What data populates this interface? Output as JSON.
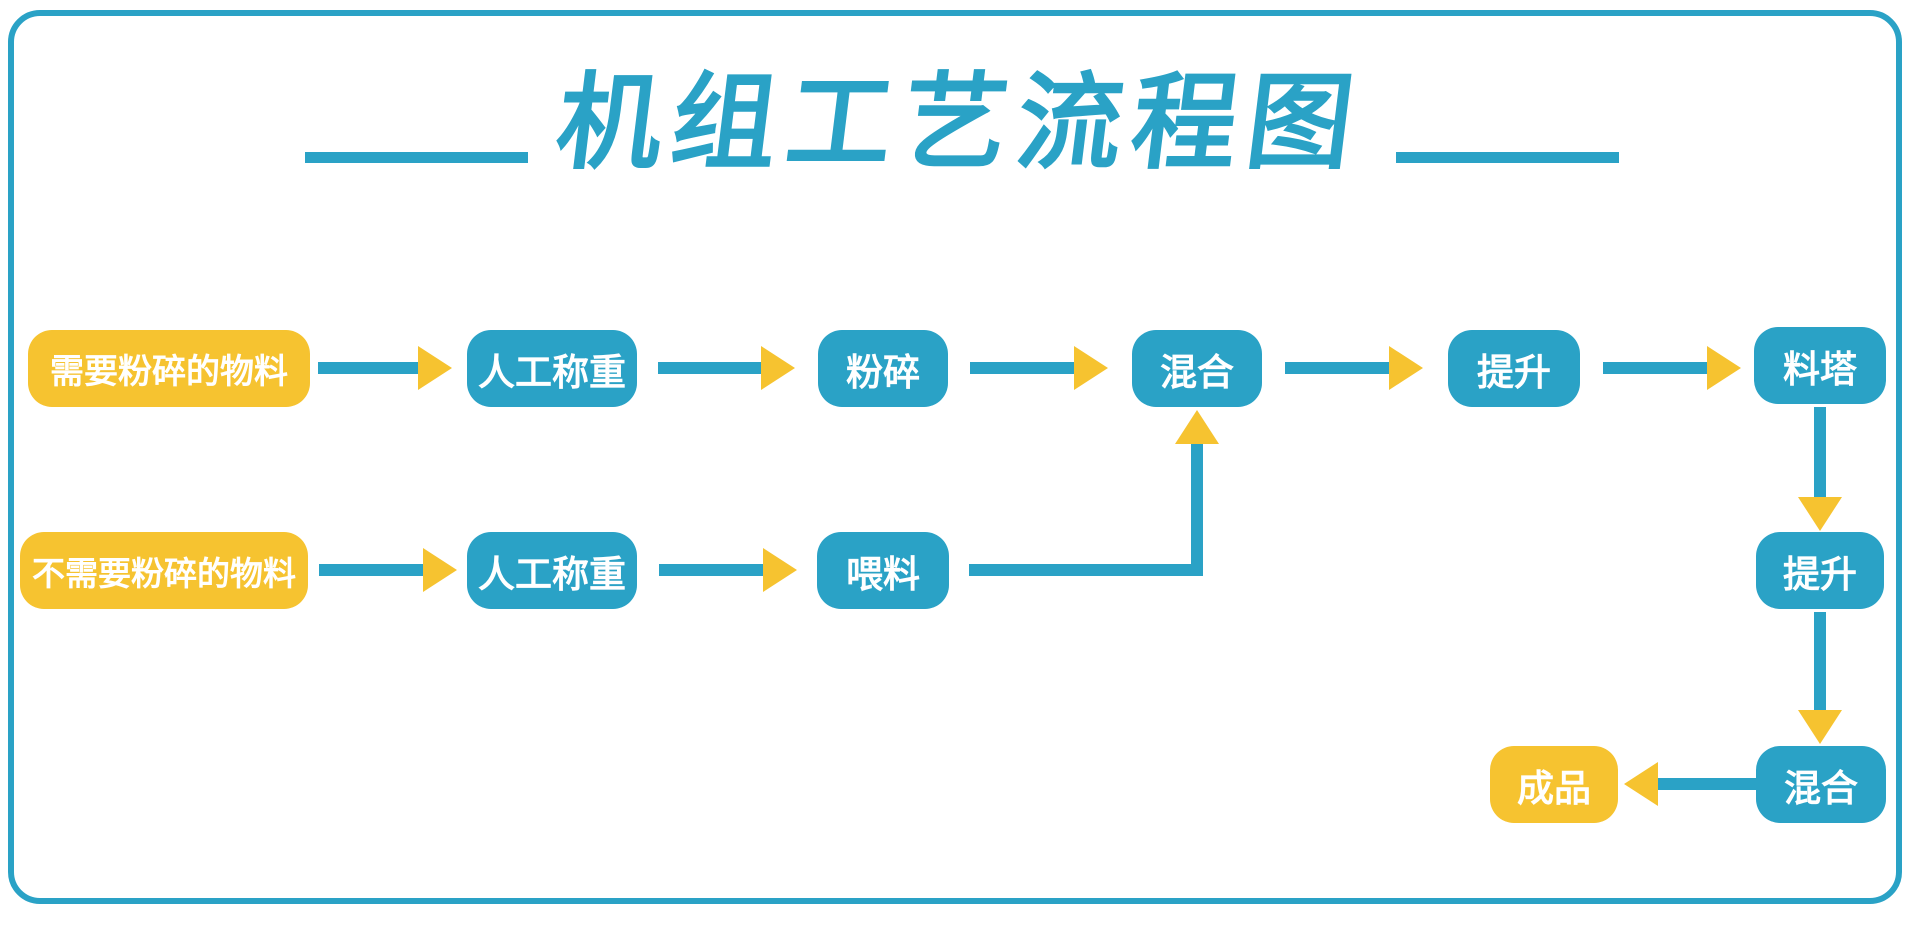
{
  "title": {
    "text": "机组工艺流程图"
  },
  "colors": {
    "teal": "#2aa2c6",
    "yellow": "#f6c330",
    "text-on-node": "#ffffff",
    "bg": "#ffffff"
  },
  "nodes": [
    {
      "id": "need-crush-material",
      "label": "需要粉碎的物料",
      "type": "yellow"
    },
    {
      "id": "manual-weigh-top",
      "label": "人工称重",
      "type": "teal"
    },
    {
      "id": "crush",
      "label": "粉碎",
      "type": "teal"
    },
    {
      "id": "mix-top",
      "label": "混合",
      "type": "teal"
    },
    {
      "id": "lift-top",
      "label": "提升",
      "type": "teal"
    },
    {
      "id": "silo",
      "label": "料塔",
      "type": "teal"
    },
    {
      "id": "no-crush-material",
      "label": "不需要粉碎的物料",
      "type": "yellow"
    },
    {
      "id": "manual-weigh-bottom",
      "label": "人工称重",
      "type": "teal"
    },
    {
      "id": "feed",
      "label": "喂料",
      "type": "teal"
    },
    {
      "id": "lift-right",
      "label": "提升",
      "type": "teal"
    },
    {
      "id": "mix-right",
      "label": "混合",
      "type": "teal"
    },
    {
      "id": "finished-product",
      "label": "成品",
      "type": "yellow"
    }
  ],
  "edges": [
    {
      "from": "need-crush-material",
      "to": "manual-weigh-top"
    },
    {
      "from": "manual-weigh-top",
      "to": "crush"
    },
    {
      "from": "crush",
      "to": "mix-top"
    },
    {
      "from": "mix-top",
      "to": "lift-top"
    },
    {
      "from": "lift-top",
      "to": "silo"
    },
    {
      "from": "no-crush-material",
      "to": "manual-weigh-bottom"
    },
    {
      "from": "manual-weigh-bottom",
      "to": "feed"
    },
    {
      "from": "feed",
      "to": "mix-top"
    },
    {
      "from": "silo",
      "to": "lift-right"
    },
    {
      "from": "lift-right",
      "to": "mix-right"
    },
    {
      "from": "mix-right",
      "to": "finished-product"
    }
  ]
}
